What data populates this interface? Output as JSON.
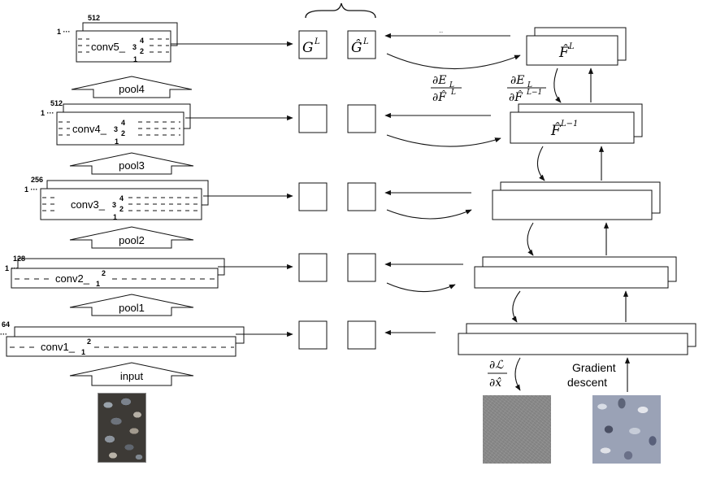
{
  "layers": [
    {
      "id": "conv5",
      "label": "conv5_",
      "sub": "1",
      "mid": "3",
      "sup": "2",
      "top": "4",
      "depth_top": "512",
      "depth_left": "1 ···"
    },
    {
      "id": "conv4",
      "label": "conv4_",
      "sub": "1",
      "mid": "3",
      "sup": "2",
      "top": "4",
      "depth_top": "512",
      "depth_left": "1 ···"
    },
    {
      "id": "conv3",
      "label": "conv3_",
      "sub": "1",
      "mid": "3",
      "sup": "2",
      "top": "4",
      "depth_top": "256",
      "depth_left": "1 ···"
    },
    {
      "id": "conv2",
      "label": "conv2_",
      "sub": "1",
      "sup": "2",
      "depth_top": "128",
      "depth_left": "1 ···"
    },
    {
      "id": "conv1",
      "label": "conv1_",
      "sub": "1",
      "sup": "2",
      "depth_top": "64",
      "depth_left": "···"
    }
  ],
  "pools": [
    "pool4",
    "pool3",
    "pool2",
    "pool1",
    "input"
  ],
  "gram": {
    "G_label": "G",
    "G_sup": "L",
    "Ghat_label": "Ĝ",
    "Ghat_sup": "L"
  },
  "features": {
    "F_label": "F̂",
    "F_sup": "L",
    "F_prev_label": "F̂",
    "F_prev_sup": "L−1"
  },
  "derivatives": {
    "dE_num": "∂E",
    "dE_num_sub": "L",
    "dE_den": "∂F̂",
    "dE_den_sup": "L",
    "dE2_num": "∂E",
    "dE2_num_sub": "L",
    "dE2_den": "∂F̂",
    "dE2_den_sup": "L−1",
    "dL_num": "∂ℒ",
    "dL_den": "∂x̂"
  },
  "gradient": {
    "line1": "Gradient",
    "line2": "descent"
  },
  "top_dots": "··"
}
